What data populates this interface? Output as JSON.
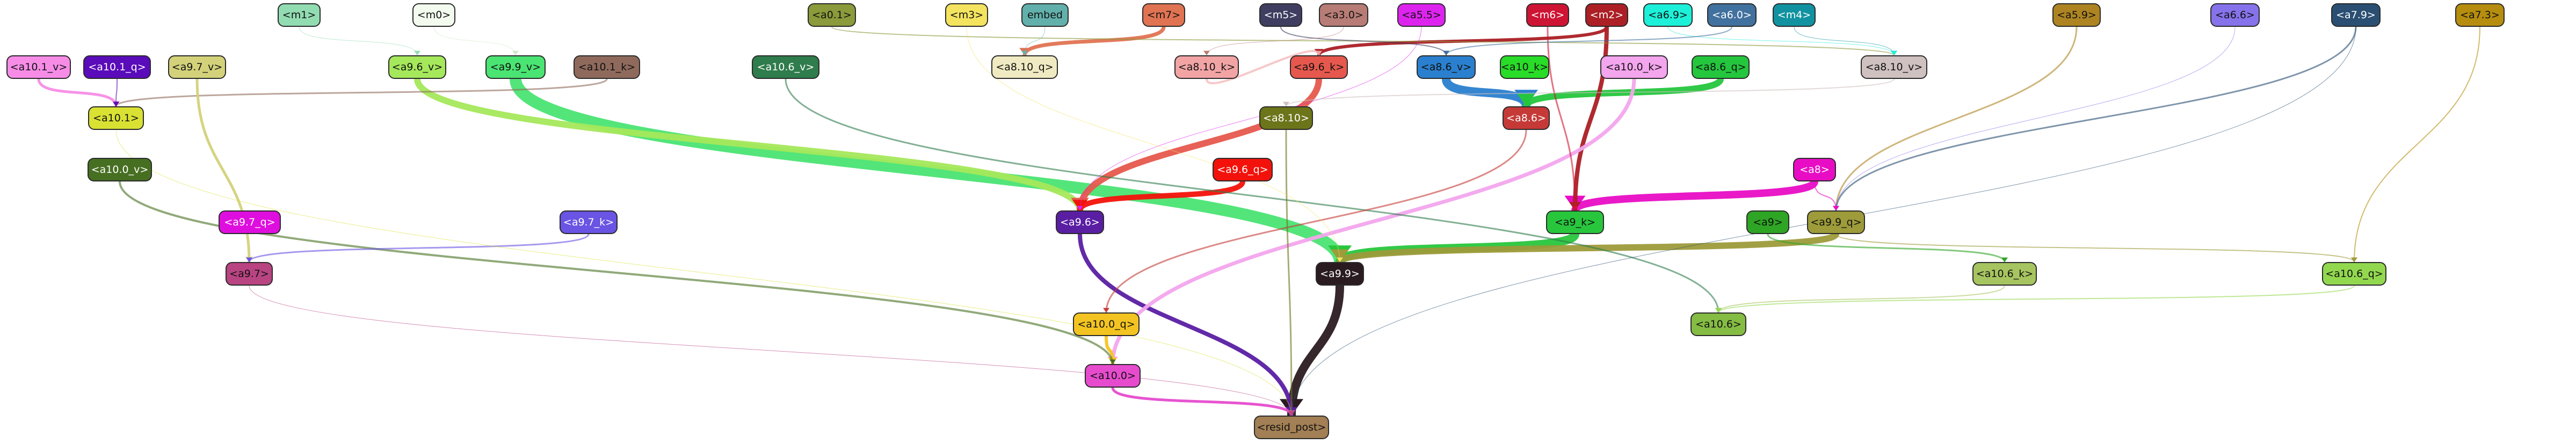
{
  "graph": {
    "nodes": [
      {
        "id": "m1",
        "label": "<m1>",
        "fill": "#92dcb2"
      },
      {
        "id": "m0",
        "label": "<m0>",
        "fill": "#f2fbee"
      },
      {
        "id": "a0_1",
        "label": "<a0.1>",
        "fill": "#8b9a3a"
      },
      {
        "id": "m3",
        "label": "<m3>",
        "fill": "#f3e35f"
      },
      {
        "id": "embed",
        "label": "embed",
        "fill": "#62b0ab"
      },
      {
        "id": "m7",
        "label": "<m7>",
        "fill": "#e07352"
      },
      {
        "id": "m5",
        "label": "<m5>",
        "fill": "#3f3e61"
      },
      {
        "id": "a3_0",
        "label": "<a3.0>",
        "fill": "#b77c75"
      },
      {
        "id": "a5_5",
        "label": "<a5.5>",
        "fill": "#dd24ee"
      },
      {
        "id": "m6",
        "label": "<m6>",
        "fill": "#ce1434"
      },
      {
        "id": "m2",
        "label": "<m2>",
        "fill": "#ab1f25"
      },
      {
        "id": "a6_9",
        "label": "<a6.9>",
        "fill": "#1df0d8"
      },
      {
        "id": "a6_0",
        "label": "<a6.0>",
        "fill": "#41719e"
      },
      {
        "id": "m4",
        "label": "<m4>",
        "fill": "#1192a0"
      },
      {
        "id": "a5_9",
        "label": "<a5.9>",
        "fill": "#ad8421"
      },
      {
        "id": "a6_6",
        "label": "<a6.6>",
        "fill": "#8672ea"
      },
      {
        "id": "a7_9",
        "label": "<a7.9>",
        "fill": "#2a4f72"
      },
      {
        "id": "a7_3",
        "label": "<a7.3>",
        "fill": "#b68d0f"
      },
      {
        "id": "a10_1_v",
        "label": "<a10.1_v>",
        "fill": "#f78ce7"
      },
      {
        "id": "a10_1_q",
        "label": "<a10.1_q>",
        "fill": "#5a0bba"
      },
      {
        "id": "a9_7_v",
        "label": "<a9.7_v>",
        "fill": "#d3d27a"
      },
      {
        "id": "a9_6_v",
        "label": "<a9.6_v>",
        "fill": "#a5e85b"
      },
      {
        "id": "a9_9_v",
        "label": "<a9.9_v>",
        "fill": "#4ae473"
      },
      {
        "id": "a10_1_k",
        "label": "<a10.1_k>",
        "fill": "#8f6a5c"
      },
      {
        "id": "a10_6_v",
        "label": "<a10.6_v>",
        "fill": "#2f7c4c"
      },
      {
        "id": "a8_10_q",
        "label": "<a8.10_q>",
        "fill": "#efeac1"
      },
      {
        "id": "a8_10_k",
        "label": "<a8.10_k>",
        "fill": "#f2a4a5"
      },
      {
        "id": "a9_6_k",
        "label": "<a9.6_k>",
        "fill": "#e6584d"
      },
      {
        "id": "a8_6_v",
        "label": "<a8.6_v>",
        "fill": "#2a80cf"
      },
      {
        "id": "a10_k",
        "label": "<a10_k>",
        "fill": "#28dc28"
      },
      {
        "id": "a10_0_k",
        "label": "<a10.0_k>",
        "fill": "#f3a5ed"
      },
      {
        "id": "a8_6_q",
        "label": "<a8.6_q>",
        "fill": "#24c63d"
      },
      {
        "id": "a8_10_v",
        "label": "<a8.10_v>",
        "fill": "#cfc1c0"
      },
      {
        "id": "a10_1",
        "label": "<a10.1>",
        "fill": "#d9e133"
      },
      {
        "id": "a8_10",
        "label": "<a8.10>",
        "fill": "#6c751a"
      },
      {
        "id": "a8_6",
        "label": "<a8.6>",
        "fill": "#c53a37"
      },
      {
        "id": "a10_0_v",
        "label": "<a10.0_v>",
        "fill": "#476f22"
      },
      {
        "id": "a9_6_q",
        "label": "<a9.6_q>",
        "fill": "#f3120b"
      },
      {
        "id": "a8",
        "label": "<a8>",
        "fill": "#e80dc5"
      },
      {
        "id": "a9_7_q",
        "label": "<a9.7_q>",
        "fill": "#de0fde"
      },
      {
        "id": "a9_7_k",
        "label": "<a9.7_k>",
        "fill": "#6a54e3"
      },
      {
        "id": "a9_6",
        "label": "<a9.6>",
        "fill": "#5a1ea3"
      },
      {
        "id": "a9_k",
        "label": "<a9_k>",
        "fill": "#28c63d"
      },
      {
        "id": "a9",
        "label": "<a9>",
        "fill": "#2ea524"
      },
      {
        "id": "a9_9_q",
        "label": "<a9.9_q>",
        "fill": "#9d9b3a"
      },
      {
        "id": "a9_7",
        "label": "<a9.7>",
        "fill": "#b94482"
      },
      {
        "id": "a9_9",
        "label": "<a9.9>",
        "fill": "#2a1b21"
      },
      {
        "id": "a10_6_k",
        "label": "<a10.6_k>",
        "fill": "#a6c45f"
      },
      {
        "id": "a10_6_q",
        "label": "<a10.6_q>",
        "fill": "#92d84f"
      },
      {
        "id": "a10_0_q",
        "label": "<a10.0_q>",
        "fill": "#f3c421"
      },
      {
        "id": "a10_6",
        "label": "<a10.6>",
        "fill": "#85bc43"
      },
      {
        "id": "a10_0",
        "label": "<a10.0>",
        "fill": "#e64bcd"
      },
      {
        "id": "resid_post",
        "label": "<resid_post>",
        "fill": "#a27f54"
      }
    ],
    "edges": [
      {
        "from": "a9_9_v",
        "to": "a9_9",
        "color": "#4ae473",
        "weight": 22
      },
      {
        "from": "a9_9",
        "to": "resid_post",
        "color": "#2a1b21",
        "weight": 16
      },
      {
        "from": "a8_6_v",
        "to": "a8_6",
        "color": "#2a80cf",
        "weight": 16
      },
      {
        "from": "a8_6_q",
        "to": "a8_6",
        "color": "#24c63d",
        "weight": 12
      },
      {
        "from": "a9_k",
        "to": "a9_9",
        "color": "#28c63d",
        "weight": 16
      },
      {
        "from": "a9_9_q",
        "to": "a9_9",
        "color": "#9d9b3a",
        "weight": 12
      },
      {
        "from": "a9_6_v",
        "to": "a9_6",
        "color": "#a5e85b",
        "weight": 12
      },
      {
        "from": "a9_6_k",
        "to": "a9_6",
        "color": "#e6584d",
        "weight": 12
      },
      {
        "from": "a9_6_q",
        "to": "a9_6",
        "color": "#f3120b",
        "weight": 10
      },
      {
        "from": "a9_6",
        "to": "resid_post",
        "color": "#5a1ea3",
        "weight": 8
      },
      {
        "from": "a8",
        "to": "a9_k",
        "color": "#e80dc5",
        "weight": 14
      },
      {
        "from": "m2",
        "to": "a9_k",
        "color": "#ab1f25",
        "weight": 8
      },
      {
        "from": "m2",
        "to": "a9_6_k",
        "color": "#ab1f25",
        "weight": 6
      },
      {
        "from": "m7",
        "to": "a8_10_q",
        "color": "#e07352",
        "weight": 7
      },
      {
        "from": "a8_10_k",
        "to": "a9_6_k",
        "color": "#f2a4a5",
        "weight": 4
      },
      {
        "from": "a10_0_k",
        "to": "a10_0",
        "color": "#f3a5ed",
        "weight": 7
      },
      {
        "from": "a10_0_q",
        "to": "a10_0",
        "color": "#f3c421",
        "weight": 6
      },
      {
        "from": "a10_0",
        "to": "resid_post",
        "color": "#e64bcd",
        "weight": 5
      },
      {
        "from": "a10_0_v",
        "to": "a10_0",
        "color": "#476f22",
        "weight": 4
      },
      {
        "from": "a10_1_v",
        "to": "a10_1",
        "color": "#f78ce7",
        "weight": 5
      },
      {
        "from": "a10_1_k",
        "to": "a10_1",
        "color": "#8f6a5c",
        "weight": 3
      },
      {
        "from": "a9_7_v",
        "to": "a9_7",
        "color": "#d3d27a",
        "weight": 5
      },
      {
        "from": "a9_7_k",
        "to": "a9_7",
        "color": "#6a54e3",
        "weight": 3
      },
      {
        "from": "a10_1_q",
        "to": "a10_1",
        "color": "#5a0bba",
        "weight": 2
      },
      {
        "from": "a10_6_v",
        "to": "a10_6",
        "color": "#2f7c4c",
        "weight": 3
      },
      {
        "from": "a9",
        "to": "a10_6_k",
        "color": "#2ea524",
        "weight": 3
      },
      {
        "from": "a10_6_k",
        "to": "a10_6",
        "color": "#a6c45f",
        "weight": 2
      },
      {
        "from": "a10_6_q",
        "to": "a10_6",
        "color": "#92d84f",
        "weight": 2
      },
      {
        "from": "a8_6",
        "to": "a10_0_q",
        "color": "#c53a37",
        "weight": 3
      },
      {
        "from": "a8_10",
        "to": "resid_post",
        "color": "#6c751a",
        "weight": 3
      },
      {
        "from": "a5_9",
        "to": "a9_9_q",
        "color": "#ad8421",
        "weight": 3
      },
      {
        "from": "a7_9",
        "to": "a9_9_q",
        "color": "#2a4f72",
        "weight": 3
      },
      {
        "from": "a7_3",
        "to": "a10_6_q",
        "color": "#b68d0f",
        "weight": 2
      },
      {
        "from": "m6",
        "to": "a9_k",
        "color": "#ce1434",
        "weight": 3
      },
      {
        "from": "a7_9",
        "to": "resid_post",
        "color": "#2a4f72",
        "weight": 1
      },
      {
        "from": "a0_1",
        "to": "a8_10_v",
        "color": "#8b9a3a",
        "weight": 2
      },
      {
        "from": "m1",
        "to": "a9_6_v",
        "color": "#92dcb2",
        "weight": 1
      },
      {
        "from": "m4",
        "to": "a8_10_v",
        "color": "#1192a0",
        "weight": 1
      },
      {
        "from": "a6_6",
        "to": "a9_9_q",
        "color": "#8672ea",
        "weight": 1
      },
      {
        "from": "a5_5",
        "to": "a9_6",
        "color": "#dd24ee",
        "weight": 1
      },
      {
        "from": "a10_1",
        "to": "resid_post",
        "color": "#d9e133",
        "weight": 1
      },
      {
        "from": "a8_10_v",
        "to": "a8_10",
        "color": "#cfc1c0",
        "weight": 2
      },
      {
        "from": "a9_9_q",
        "to": "a10_6_q",
        "color": "#9d9b3a",
        "weight": 2
      },
      {
        "from": "a9_7",
        "to": "resid_post",
        "color": "#b94482",
        "weight": 1
      },
      {
        "from": "a8",
        "to": "a9_9_q",
        "color": "#e80dc5",
        "weight": 2
      },
      {
        "from": "m5",
        "to": "a8_6_v",
        "color": "#3f3e61",
        "weight": 2
      },
      {
        "from": "a6_9",
        "to": "a8_10_v",
        "color": "#1df0d8",
        "weight": 1
      },
      {
        "from": "a6_0",
        "to": "a8_6_v",
        "color": "#41719e",
        "weight": 2
      },
      {
        "from": "a3_0",
        "to": "a8_10_k",
        "color": "#b77c75",
        "weight": 1
      },
      {
        "from": "embed",
        "to": "a8_10_q",
        "color": "#62b0ab",
        "weight": 1
      },
      {
        "from": "m3",
        "to": "a9_9",
        "color": "#f3e35f",
        "weight": 1
      },
      {
        "from": "m0",
        "to": "a9_9_v",
        "color": "#cfe8c8",
        "weight": 1
      }
    ]
  }
}
